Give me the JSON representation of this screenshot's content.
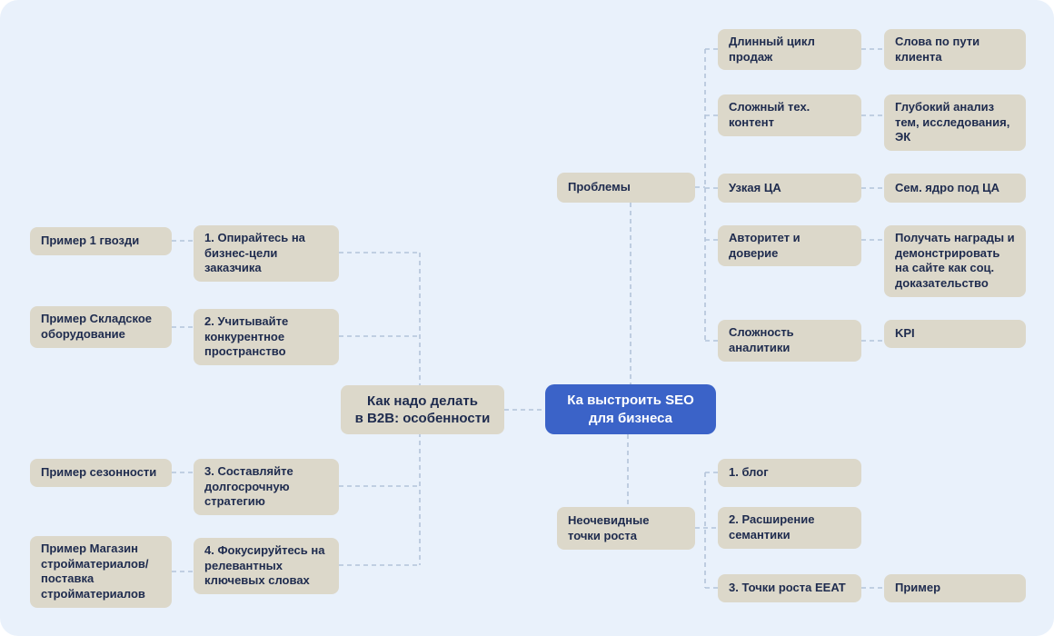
{
  "canvas": {
    "background": "#e9f1fb"
  },
  "colors": {
    "node_background": "#dcd8ca",
    "central_background": "#3b63c8",
    "text": "#1e2b4e",
    "connector": "#b3c4da"
  },
  "central": {
    "label": "Ка выстроить SEO\nдля бизнеса"
  },
  "b2b": {
    "label": "Как надо делать\nв B2B: особенности",
    "items": [
      {
        "label": "1. Опирайтесь на бизнес-цели заказчика",
        "example": "Пример 1 гвозди"
      },
      {
        "label": "2. Учитывайте конкурентное пространство",
        "example": "Пример Складское оборудование"
      },
      {
        "label": "3. Составляйте долгосрочную стратегию",
        "example": "Пример сезонности"
      },
      {
        "label": "4. Фокусируйтесь на релевантных ключевых словах",
        "example": "Пример Магазин стройматериалов/ поставка стройматериалов"
      }
    ]
  },
  "problems": {
    "label": "Проблемы",
    "items": [
      {
        "label": "Длинный цикл продаж",
        "solution": "Слова по пути клиента"
      },
      {
        "label": "Сложный тех. контент",
        "solution": "Глубокий анализ тем, исследования, ЭК"
      },
      {
        "label": "Узкая ЦА",
        "solution": "Сем. ядро под ЦА"
      },
      {
        "label": "Авторитет и доверие",
        "solution": "Получать награды и демонстрировать на сайте как соц. доказательство"
      },
      {
        "label": "Сложность аналитики",
        "solution": "KPI"
      }
    ]
  },
  "growth": {
    "label": "Неочевидные точки роста",
    "items": [
      {
        "label": "1. блог"
      },
      {
        "label": "2. Расширение семантики"
      },
      {
        "label": "3. Точки роста EEAT",
        "example": "Пример"
      }
    ]
  }
}
